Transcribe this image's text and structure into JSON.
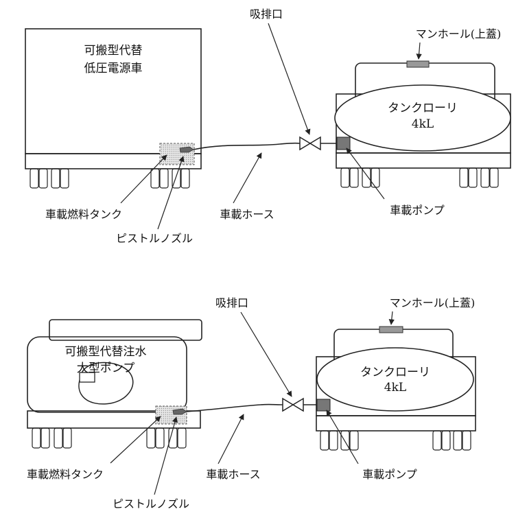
{
  "panels": [
    {
      "power_vehicle_line1": "可搬型代替",
      "power_vehicle_line2": "低圧電源車",
      "exhaust_port": "吸排口",
      "manhole": "マンホール(上蓋)",
      "tanker_name": "タンクローリ",
      "tanker_capacity": "4kL",
      "fuel_tank": "車載燃料タンク",
      "hose": "車載ホース",
      "pump": "車載ポンプ",
      "nozzle": "ピストルノズル"
    },
    {
      "pump_vehicle_line1": "可搬型代替注水",
      "pump_vehicle_line2": "大型ポンプ",
      "exhaust_port": "吸排口",
      "manhole": "マンホール(上蓋)",
      "tanker_name": "タンクローリ",
      "tanker_capacity": "4kL",
      "fuel_tank": "車載燃料タンク",
      "hose": "車載ホース",
      "pump": "車載ポンプ",
      "nozzle": "ピストルノズル"
    }
  ]
}
